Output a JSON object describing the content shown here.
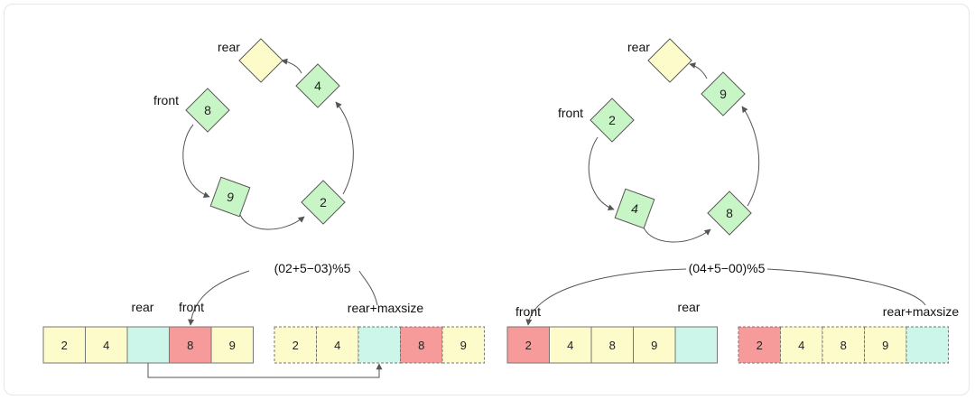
{
  "colors": {
    "green": "#c8f5c6",
    "yellow": "#fdfbc9",
    "red": "#f79a9a",
    "teal": "#cdf6ea",
    "stroke": "#555555"
  },
  "left": {
    "circle": {
      "rear_label": "rear",
      "front_label": "front",
      "nodes": [
        "",
        "4",
        "8",
        "9",
        "2"
      ]
    },
    "formula": "(02+5−03)%5",
    "labels": {
      "rear": "rear",
      "front": "front",
      "rear_maxsize": "rear+maxsize"
    },
    "array1": [
      {
        "v": "2",
        "c": "yellow"
      },
      {
        "v": "4",
        "c": "yellow"
      },
      {
        "v": "",
        "c": "teal"
      },
      {
        "v": "8",
        "c": "red"
      },
      {
        "v": "9",
        "c": "yellow"
      }
    ],
    "array2": [
      {
        "v": "2",
        "c": "yellow"
      },
      {
        "v": "4",
        "c": "yellow"
      },
      {
        "v": "",
        "c": "teal"
      },
      {
        "v": "8",
        "c": "red"
      },
      {
        "v": "9",
        "c": "yellow"
      }
    ]
  },
  "right": {
    "circle": {
      "rear_label": "rear",
      "front_label": "front",
      "nodes": [
        "",
        "9",
        "2",
        "4",
        "8"
      ]
    },
    "formula": "(04+5−00)%5",
    "labels": {
      "rear": "rear",
      "front": "front",
      "rear_maxsize": "rear+maxsize"
    },
    "array1": [
      {
        "v": "2",
        "c": "red"
      },
      {
        "v": "4",
        "c": "yellow"
      },
      {
        "v": "8",
        "c": "yellow"
      },
      {
        "v": "9",
        "c": "yellow"
      },
      {
        "v": "",
        "c": "teal"
      }
    ],
    "array2": [
      {
        "v": "2",
        "c": "red"
      },
      {
        "v": "4",
        "c": "yellow"
      },
      {
        "v": "8",
        "c": "yellow"
      },
      {
        "v": "9",
        "c": "yellow"
      },
      {
        "v": "",
        "c": "teal"
      }
    ]
  }
}
